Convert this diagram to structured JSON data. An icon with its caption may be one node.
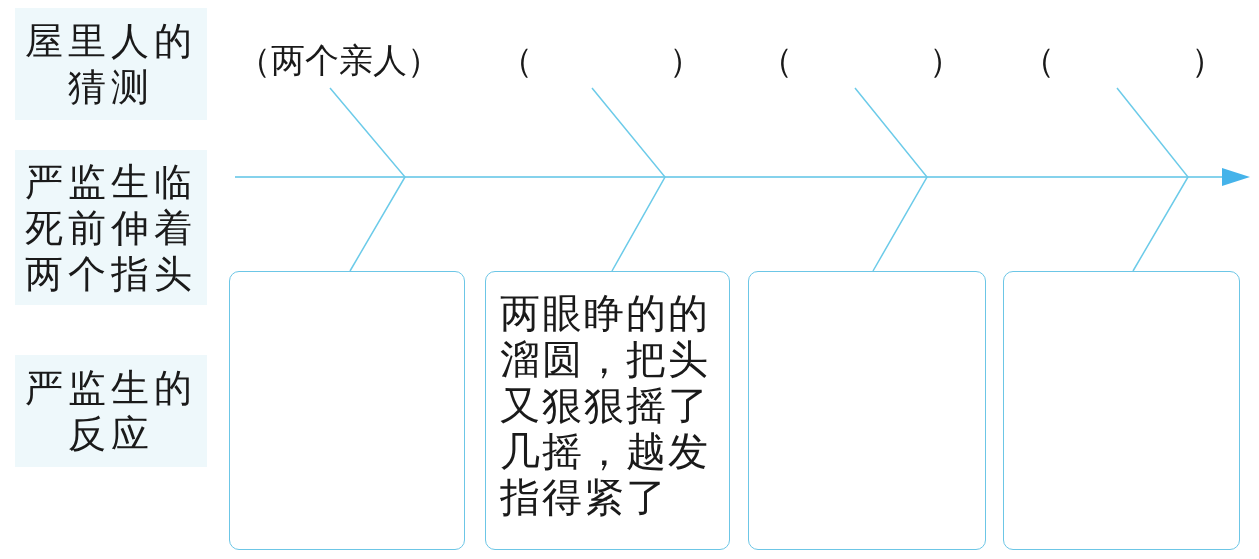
{
  "diagram": {
    "nodes": [
      {
        "text": [
          "屋里人的猜测"
        ]
      },
      {
        "text": [
          "严监生临死前伸着两个指头"
        ]
      },
      {
        "text": [
          "严监生的反应"
        ]
      },
      {
        "text": [
          "（两个亲人）"
        ]
      },
      {
        "text": [
          "（　　　　）"
        ]
      },
      {
        "text": [
          "（　　　　）"
        ]
      },
      {
        "text": [
          "（　　　　）"
        ]
      },
      {
        "text": [],
        "shape": "box"
      },
      {
        "text": [
          "两眼睁的的溜圆，把头又狠狠摇了几摇，越发指得紧了"
        ]
      },
      {
        "text": [],
        "shape": "box"
      },
      {
        "text": [],
        "shape": "box"
      }
    ],
    "edges": [
      {
        "from": 3,
        "to": 7,
        "arrow": "none"
      },
      {
        "from": 4,
        "to": 8,
        "arrow": "none"
      },
      {
        "from": 5,
        "to": 9,
        "arrow": "none"
      },
      {
        "from": 6,
        "to": 10,
        "arrow": "none"
      }
    ]
  }
}
